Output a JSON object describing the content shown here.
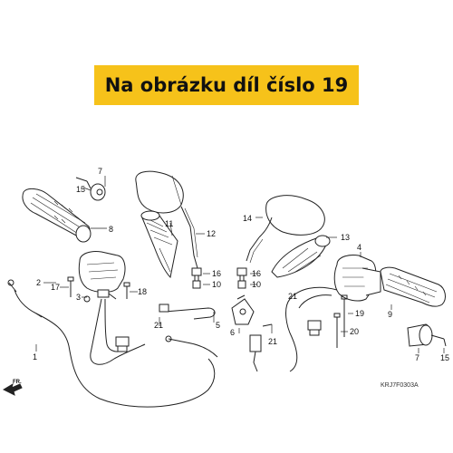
{
  "banner": {
    "text": "Na obrázku díl číslo 19"
  },
  "diagram": {
    "code": "KRJ7F0303A",
    "fr_label": "FR.",
    "callouts": [
      "1",
      "2",
      "3",
      "4",
      "5",
      "6",
      "7",
      "7",
      "8",
      "9",
      "10",
      "10",
      "11",
      "12",
      "13",
      "14",
      "15",
      "15",
      "16",
      "16",
      "17",
      "18",
      "19",
      "20",
      "21",
      "21",
      "21"
    ]
  },
  "colors": {
    "banner": "#f6c21a",
    "line": "#222222"
  }
}
